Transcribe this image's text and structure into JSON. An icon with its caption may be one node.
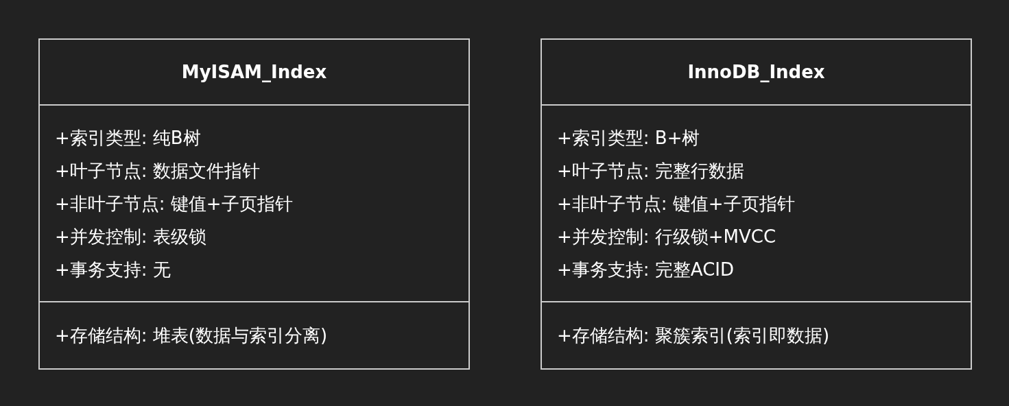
{
  "diagram": {
    "nodes": [
      {
        "text": [
          "MyISAM_Index"
        ]
      },
      {
        "text": [
          "+索引类型: 纯B树",
          "+叶子节点: 数据文件指针",
          "+非叶子节点: 键值+子页指针",
          "+并发控制: 表级锁",
          "+事务支持: 无"
        ],
        "in": 0
      },
      {
        "text": [
          "+存储结构: 堆表(数据与索引分离)"
        ],
        "in": 0
      },
      {
        "text": [
          "InnoDB_Index"
        ]
      },
      {
        "text": [
          "+索引类型: B+树",
          "+叶子节点: 完整行数据",
          "+非叶子节点: 键值+子页指针",
          "+并发控制: 行级锁+MVCC",
          "+事务支持: 完整ACID"
        ],
        "in": 3
      },
      {
        "text": [
          "+存储结构: 聚簇索引(索引即数据)"
        ],
        "in": 3
      }
    ]
  }
}
